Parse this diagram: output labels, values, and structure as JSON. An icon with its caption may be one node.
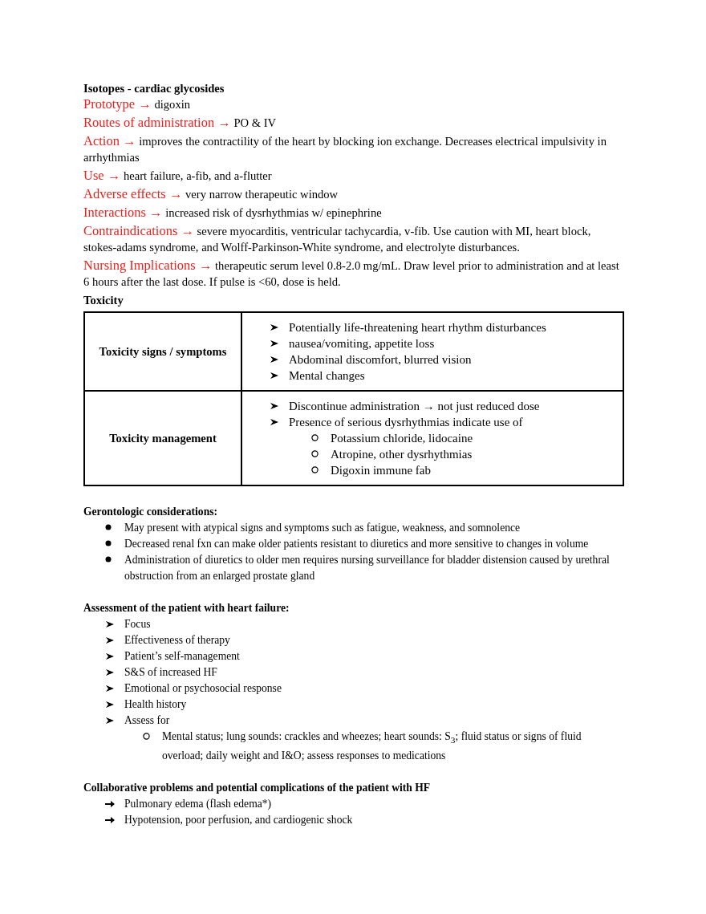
{
  "diagram": {
    "title": "Isotopes - cardiac glycosides",
    "labels": [
      "Prototype →",
      "digoxin",
      "Routes of administration →",
      "PO & IV",
      "Action →",
      "improves the contractility of the heart by blocking ion exchange. Decreases electrical impulsivity in arrhythmias",
      "Use →",
      "heart failure, a-fib, and a-flutter",
      "Adverse effects →",
      "very narrow therapeutic window",
      "Interactions →",
      "increased risk of dysrhythmias w/ epinephrine",
      "Contraindications →",
      "severe myocarditis, ventricular tachycardia, v-fib. Use caution with MI, heart block, stokes-adams syndrome, and Wolff-Parkinson-White syndrome, and electrolyte disturbances.",
      "Nursing Implications →",
      "therapeutic serum level 0.8-2.0 mg/mL. Draw level prior to administration and at least 6 hours after the last dose. If pulse is <60, dose is held.",
      "Toxicity",
      "Toxicity signs / symptoms",
      "Potentially life-threatening heart rhythm disturbances",
      "nausea/vomiting, appetite loss",
      "Abdominal discomfort, blurred vision",
      "Mental changes",
      "Toxicity management",
      "Discontinue administration → not just reduced dose",
      "Presence of serious dysrhythmias indicate use of",
      "Potassium chloride, lidocaine",
      "Atropine, other dysrhythmias",
      "Digoxin immune fab",
      "Gerontologic considerations:",
      "May present with atypical signs and symptoms such as fatigue, weakness, and somnolence",
      "Decreased renal fxn can make older patients resistant to diuretics and more sensitive to changes in volume",
      "Administration of diuretics to older men requires nursing surveillance for bladder distension caused by urethral obstruction from an enlarged prostate gland",
      "Assessment of the patient with heart failure:",
      "Focus",
      "Effectiveness of therapy",
      "Patient’s self-management",
      "S&S of increased HF",
      "Emotional or psychosocial response",
      "Health history",
      "Assess for",
      "Mental status; lung sounds: crackles and wheezes; heart sounds: S$_{3}$; fluid status or signs of fluid overload; daily weight and I&O; assess responses to medications",
      "Collaborative problems and potential complications of the patient with HF",
      "Pulmonary edema (flash edema*)",
      "Hypotension, poor perfusion, and cardiogenic shock"
    ]
  }
}
